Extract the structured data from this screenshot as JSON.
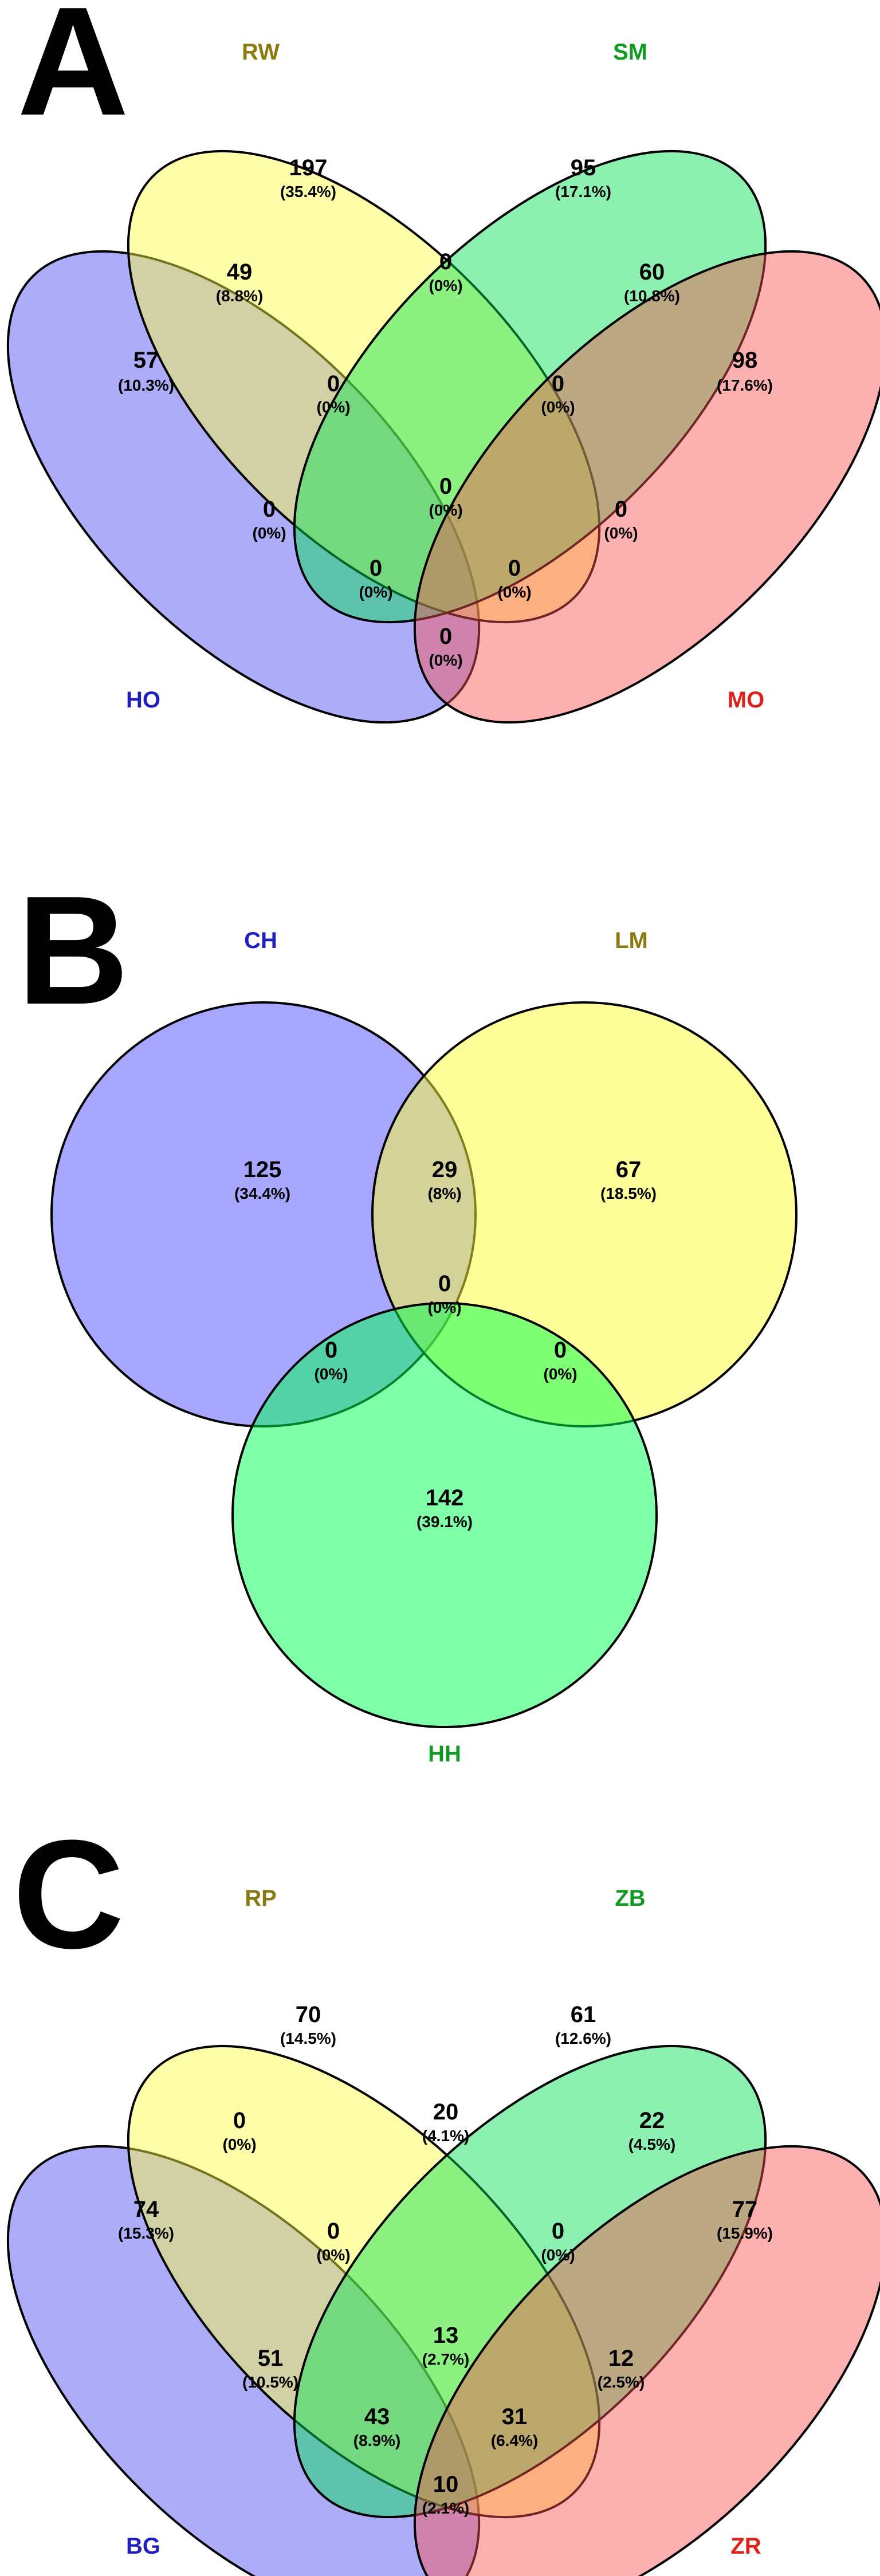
{
  "panels": [
    {
      "letter": "A",
      "type": "venn4",
      "sets": [
        {
          "name": "HO",
          "color": "#1f1fbf"
        },
        {
          "name": "RW",
          "color": "#8a7a12"
        },
        {
          "name": "SM",
          "color": "#119a22"
        },
        {
          "name": "MO",
          "color": "#e0201a"
        }
      ],
      "regions": {
        "HO": {
          "count": "57",
          "pct": "(10.3%)"
        },
        "RW": {
          "count": "197",
          "pct": "(35.4%)"
        },
        "SM": {
          "count": "95",
          "pct": "(17.1%)"
        },
        "MO": {
          "count": "98",
          "pct": "(17.6%)"
        },
        "HO_RW": {
          "count": "49",
          "pct": "(8.8%)"
        },
        "SM_MO": {
          "count": "60",
          "pct": "(10.8%)"
        },
        "RW_SM": {
          "count": "0",
          "pct": "(0%)"
        },
        "HO_RW_SM": {
          "count": "0",
          "pct": "(0%)"
        },
        "RW_SM_MO": {
          "count": "0",
          "pct": "(0%)"
        },
        "HO_SM": {
          "count": "0",
          "pct": "(0%)"
        },
        "ALL": {
          "count": "0",
          "pct": "(0%)"
        },
        "RW_MO": {
          "count": "0",
          "pct": "(0%)"
        },
        "HO_SM_MO": {
          "count": "0",
          "pct": "(0%)"
        },
        "HO_RW_MO": {
          "count": "0",
          "pct": "(0%)"
        },
        "HO_MO": {
          "count": "0",
          "pct": "(0%)"
        }
      }
    },
    {
      "letter": "B",
      "type": "venn3",
      "sets": [
        {
          "name": "CH",
          "color": "#1f1fbf"
        },
        {
          "name": "LM",
          "color": "#8a7a12"
        },
        {
          "name": "HH",
          "color": "#119a22"
        }
      ],
      "regions": {
        "CH": {
          "count": "125",
          "pct": "(34.4%)"
        },
        "CH_LM": {
          "count": "29",
          "pct": "(8%)"
        },
        "LM": {
          "count": "67",
          "pct": "(18.5%)"
        },
        "ALL": {
          "count": "0",
          "pct": "(0%)"
        },
        "CH_HH": {
          "count": "0",
          "pct": "(0%)"
        },
        "LM_HH": {
          "count": "0",
          "pct": "(0%)"
        },
        "HH": {
          "count": "142",
          "pct": "(39.1%)"
        }
      }
    },
    {
      "letter": "C",
      "type": "venn4",
      "sets": [
        {
          "name": "BG",
          "color": "#1f1fbf"
        },
        {
          "name": "RP",
          "color": "#8a7a12"
        },
        {
          "name": "ZB",
          "color": "#119a22"
        },
        {
          "name": "ZR",
          "color": "#e0201a"
        }
      ],
      "regions": {
        "HO": {
          "count": "74",
          "pct": "(15.3%)"
        },
        "RW": {
          "count": "70",
          "pct": "(14.5%)"
        },
        "SM": {
          "count": "61",
          "pct": "(12.6%)"
        },
        "MO": {
          "count": "77",
          "pct": "(15.9%)"
        },
        "HO_RW": {
          "count": "0",
          "pct": "(0%)"
        },
        "SM_MO": {
          "count": "22",
          "pct": "(4.5%)"
        },
        "RW_SM": {
          "count": "20",
          "pct": "(4.1%)"
        },
        "HO_RW_SM": {
          "count": "0",
          "pct": "(0%)"
        },
        "RW_SM_MO": {
          "count": "0",
          "pct": "(0%)"
        },
        "HO_SM": {
          "count": "51",
          "pct": "(10.5%)"
        },
        "ALL": {
          "count": "13",
          "pct": "(2.7%)"
        },
        "RW_MO": {
          "count": "12",
          "pct": "(2.5%)"
        },
        "HO_SM_MO": {
          "count": "43",
          "pct": "(8.9%)"
        },
        "HO_RW_MO": {
          "count": "31",
          "pct": "(6.4%)"
        },
        "HO_MO": {
          "count": "10",
          "pct": "(2.1%)"
        }
      }
    }
  ],
  "colors": {
    "venn4_fill": [
      "#4848f0",
      "#ffff40",
      "#00e050",
      "#f85050"
    ],
    "venn3_fill": [
      "#5050ff",
      "#ffff33",
      "#00ff50"
    ]
  }
}
